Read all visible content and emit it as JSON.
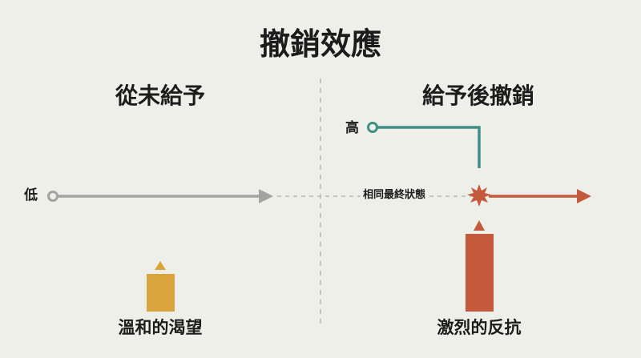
{
  "title": "撤銷效應",
  "left_panel": {
    "heading": "從未給予",
    "start_label": "低",
    "caption": "溫和的渴望"
  },
  "right_panel": {
    "heading": "給予後撤銷",
    "start_label": "高",
    "caption": "激烈的反抗"
  },
  "middle_label": "相同最終狀態",
  "colors": {
    "background": "#efefea",
    "gray_arrow": "#a3a3a0",
    "teal": "#3f8f84",
    "orange_red": "#c45a3b",
    "gold": "#d9a43c",
    "divider": "#b9b9b5"
  }
}
